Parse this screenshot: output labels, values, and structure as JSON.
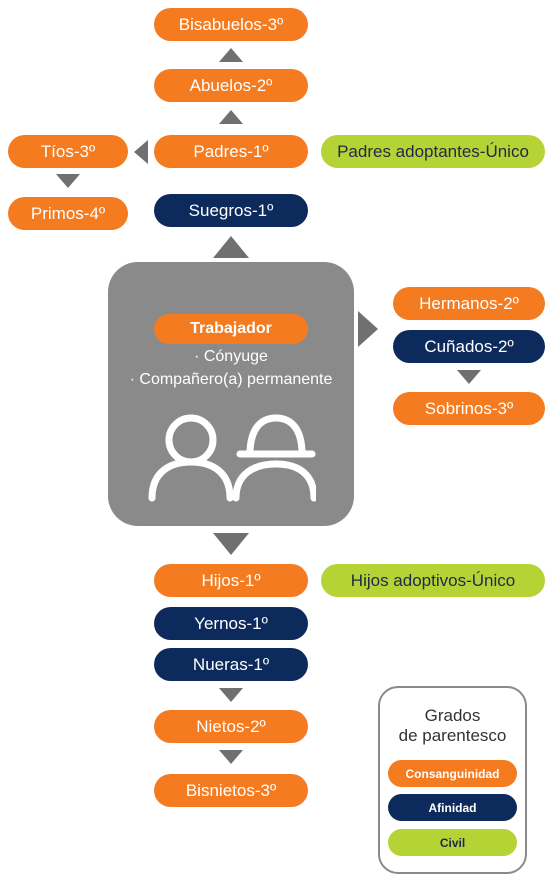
{
  "colors": {
    "consanguinidad": "#f47b20",
    "afinidad": "#0d2a5c",
    "civil": "#b5d334",
    "center": "#8a8a8a",
    "arrow": "#707070"
  },
  "nodes": {
    "bisabuelos": "Bisabuelos-3º",
    "abuelos": "Abuelos-2º",
    "padres": "Padres-1º",
    "tios": "Tíos-3º",
    "primos": "Primos-4º",
    "padres_adoptantes": "Padres adoptantes-Único",
    "suegros": "Suegros-1º",
    "hermanos": "Hermanos-2º",
    "cunados": "Cuñados-2º",
    "sobrinos": "Sobrinos-3º",
    "hijos": "Hijos-1º",
    "hijos_adoptivos": "Hijos adoptivos-Único",
    "yernos": "Yernos-1º",
    "nueras": "Nueras-1º",
    "nietos": "Nietos-2º",
    "bisnietos": "Bisnietos-3º"
  },
  "center": {
    "title": "Trabajador",
    "line1": "· Cónyuge",
    "line2": "· Compañero(a) permanente",
    "icon": "people-icon"
  },
  "legend": {
    "title_line1": "Grados",
    "title_line2": "de parentesco",
    "items": [
      "Consanguinidad",
      "Afinidad",
      "Civil"
    ]
  }
}
